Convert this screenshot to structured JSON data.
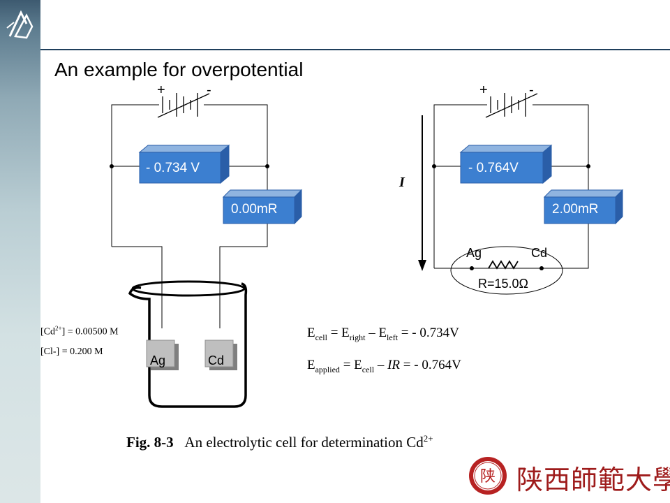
{
  "title": "An example for overpotential",
  "left_circuit": {
    "battery_plus": "+",
    "battery_minus": "-",
    "voltmeter": "- 0.734 V",
    "ammeter": "0.00mR",
    "concentrations": [
      "[Cd2+] = 0.00500 M",
      "[Cl-] = 0.200 M"
    ],
    "conc_cd_prefix": "[Cd",
    "conc_cd_sup": "2+",
    "conc_cd_suffix": "] = 0.00500 M",
    "conc_cl": "[Cl-] = 0.200 M",
    "electrode_ag": "Ag",
    "electrode_cd": "Cd"
  },
  "right_circuit": {
    "battery_plus": "+",
    "battery_minus": "-",
    "voltmeter": "- 0.764V",
    "ammeter": "2.00mR",
    "current_label": "I",
    "electrode_ag": "Ag",
    "electrode_cd": "Cd",
    "resistance": "R=15.0Ω"
  },
  "equations": {
    "cell": {
      "E1": "E",
      "sub1": "cell",
      "op1": " = E",
      "sub2": "right",
      "op2": " – E",
      "sub3": "left",
      "rest": " = ",
      "value": "- 0.734V"
    },
    "applied": {
      "E1": "E",
      "sub1": "applied",
      "op1": " = E",
      "sub2": "cell",
      "op2": " – ",
      "ir": "IR",
      "rest": " = ",
      "value": "- 0.764V"
    }
  },
  "caption": {
    "fig": "Fig. 8-3",
    "text": "An electrolytic cell for determination Cd",
    "sup": "2+"
  },
  "university": {
    "name": "陕西師範大學",
    "seal_char": "陕"
  },
  "colors": {
    "meter_blue": "#3c7fd0",
    "meter_side": "#2a5ea8",
    "brand_red": "#9e1b1b",
    "header_line": "#1f3f5c"
  }
}
